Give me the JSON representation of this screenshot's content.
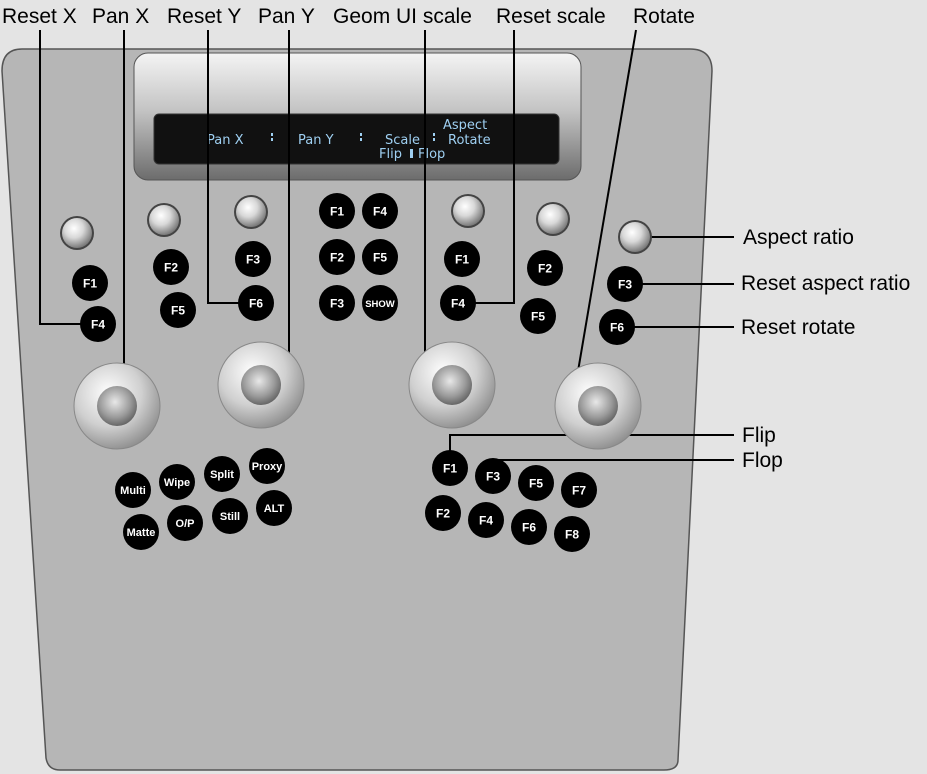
{
  "callouts_top": {
    "reset_x": "Reset X",
    "pan_x": "Pan X",
    "reset_y": "Reset Y",
    "pan_y": "Pan Y",
    "geom_ui_scale": "Geom UI scale",
    "reset_scale": "Reset scale",
    "rotate": "Rotate"
  },
  "callouts_right": {
    "aspect_ratio": "Aspect ratio",
    "reset_aspect_ratio": "Reset aspect ratio",
    "reset_rotate": "Reset rotate",
    "flip": "Flip",
    "flop": "Flop"
  },
  "lcd": {
    "pan_x": "Pan X",
    "pan_y": "Pan Y",
    "scale": "Scale",
    "aspect": "Aspect",
    "rotate": "Rotate",
    "flip": "Flip",
    "flop": "Flop"
  },
  "buttons": {
    "group1": {
      "f1": "F1",
      "f4": "F4"
    },
    "group2": {
      "f2": "F2",
      "f5": "F5"
    },
    "group3": {
      "f3": "F3",
      "f6": "F6"
    },
    "center": {
      "f1": "F1",
      "f4": "F4",
      "f2": "F2",
      "f5": "F5",
      "f3": "F3",
      "show": "SHOW"
    },
    "group4": {
      "f1": "F1",
      "f4": "F4"
    },
    "group5": {
      "f2": "F2",
      "f5": "F5"
    },
    "group6": {
      "f3": "F3",
      "f6": "F6"
    },
    "mode": {
      "multi": "Multi",
      "wipe": "Wipe",
      "split": "Split",
      "proxy": "Proxy",
      "matte": "Matte",
      "op": "O/P",
      "still": "Still",
      "alt": "ALT"
    },
    "cluster": {
      "f1": "F1",
      "f3": "F3",
      "f5": "F5",
      "f7": "F7",
      "f2": "F2",
      "f4": "F4",
      "f6": "F6",
      "f8": "F8"
    }
  }
}
